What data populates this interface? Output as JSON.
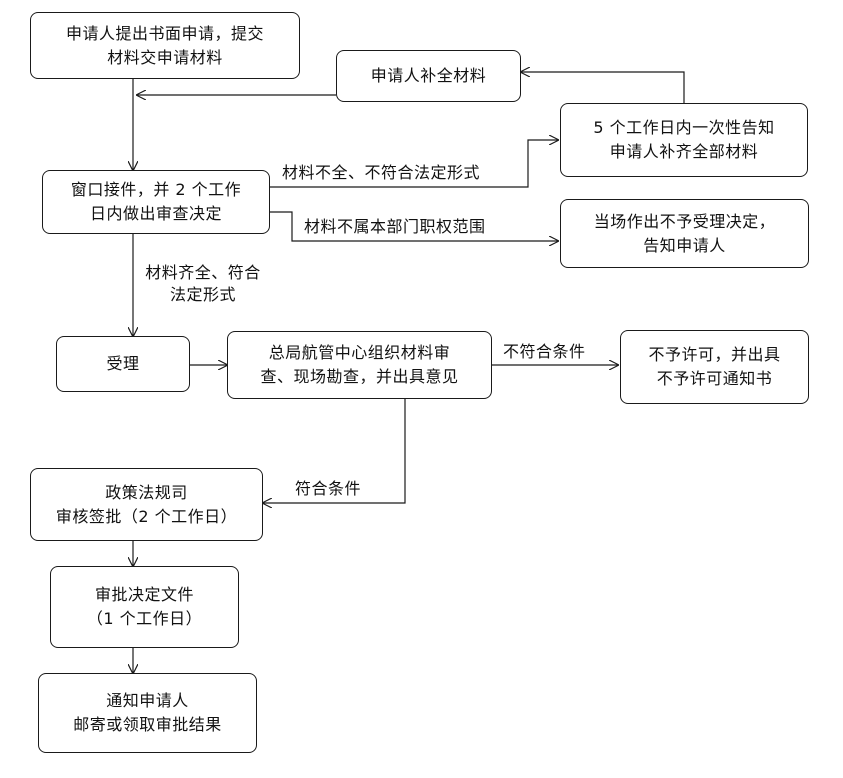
{
  "nodes": {
    "submit": [
      "申请人提出书面申请，提交",
      "材料交申请材料"
    ],
    "supplement": [
      "申请人补全材料"
    ],
    "notify_once": [
      "5 个工作日内一次性告知",
      "申请人补齐全部材料"
    ],
    "window": [
      "窗口接件，并 2 个工作",
      "日内做出审查决定"
    ],
    "reject_onsite": [
      "当场作出不予受理决定，",
      "告知申请人"
    ],
    "accept": [
      "受理"
    ],
    "review": [
      "总局航管中心组织材料审",
      "查、现场勘查，并出具意见"
    ],
    "deny": [
      "不予许可，并出具",
      "不予许可通知书"
    ],
    "policy": [
      "政策法规司",
      "审核签批（2 个工作日）"
    ],
    "decision": [
      "审批决定文件",
      "（1 个工作日）"
    ],
    "notify_result": [
      "通知申请人",
      "邮寄或领取审批结果"
    ]
  },
  "edges": {
    "incomplete": [
      "材料不全、不符合法定形式"
    ],
    "out_of_scope": [
      "材料不属本部门职权范围"
    ],
    "complete": [
      "材料齐全、符合",
      "法定形式"
    ],
    "not_qualified": [
      "不符合条件"
    ],
    "qualified": [
      "符合条件"
    ]
  }
}
